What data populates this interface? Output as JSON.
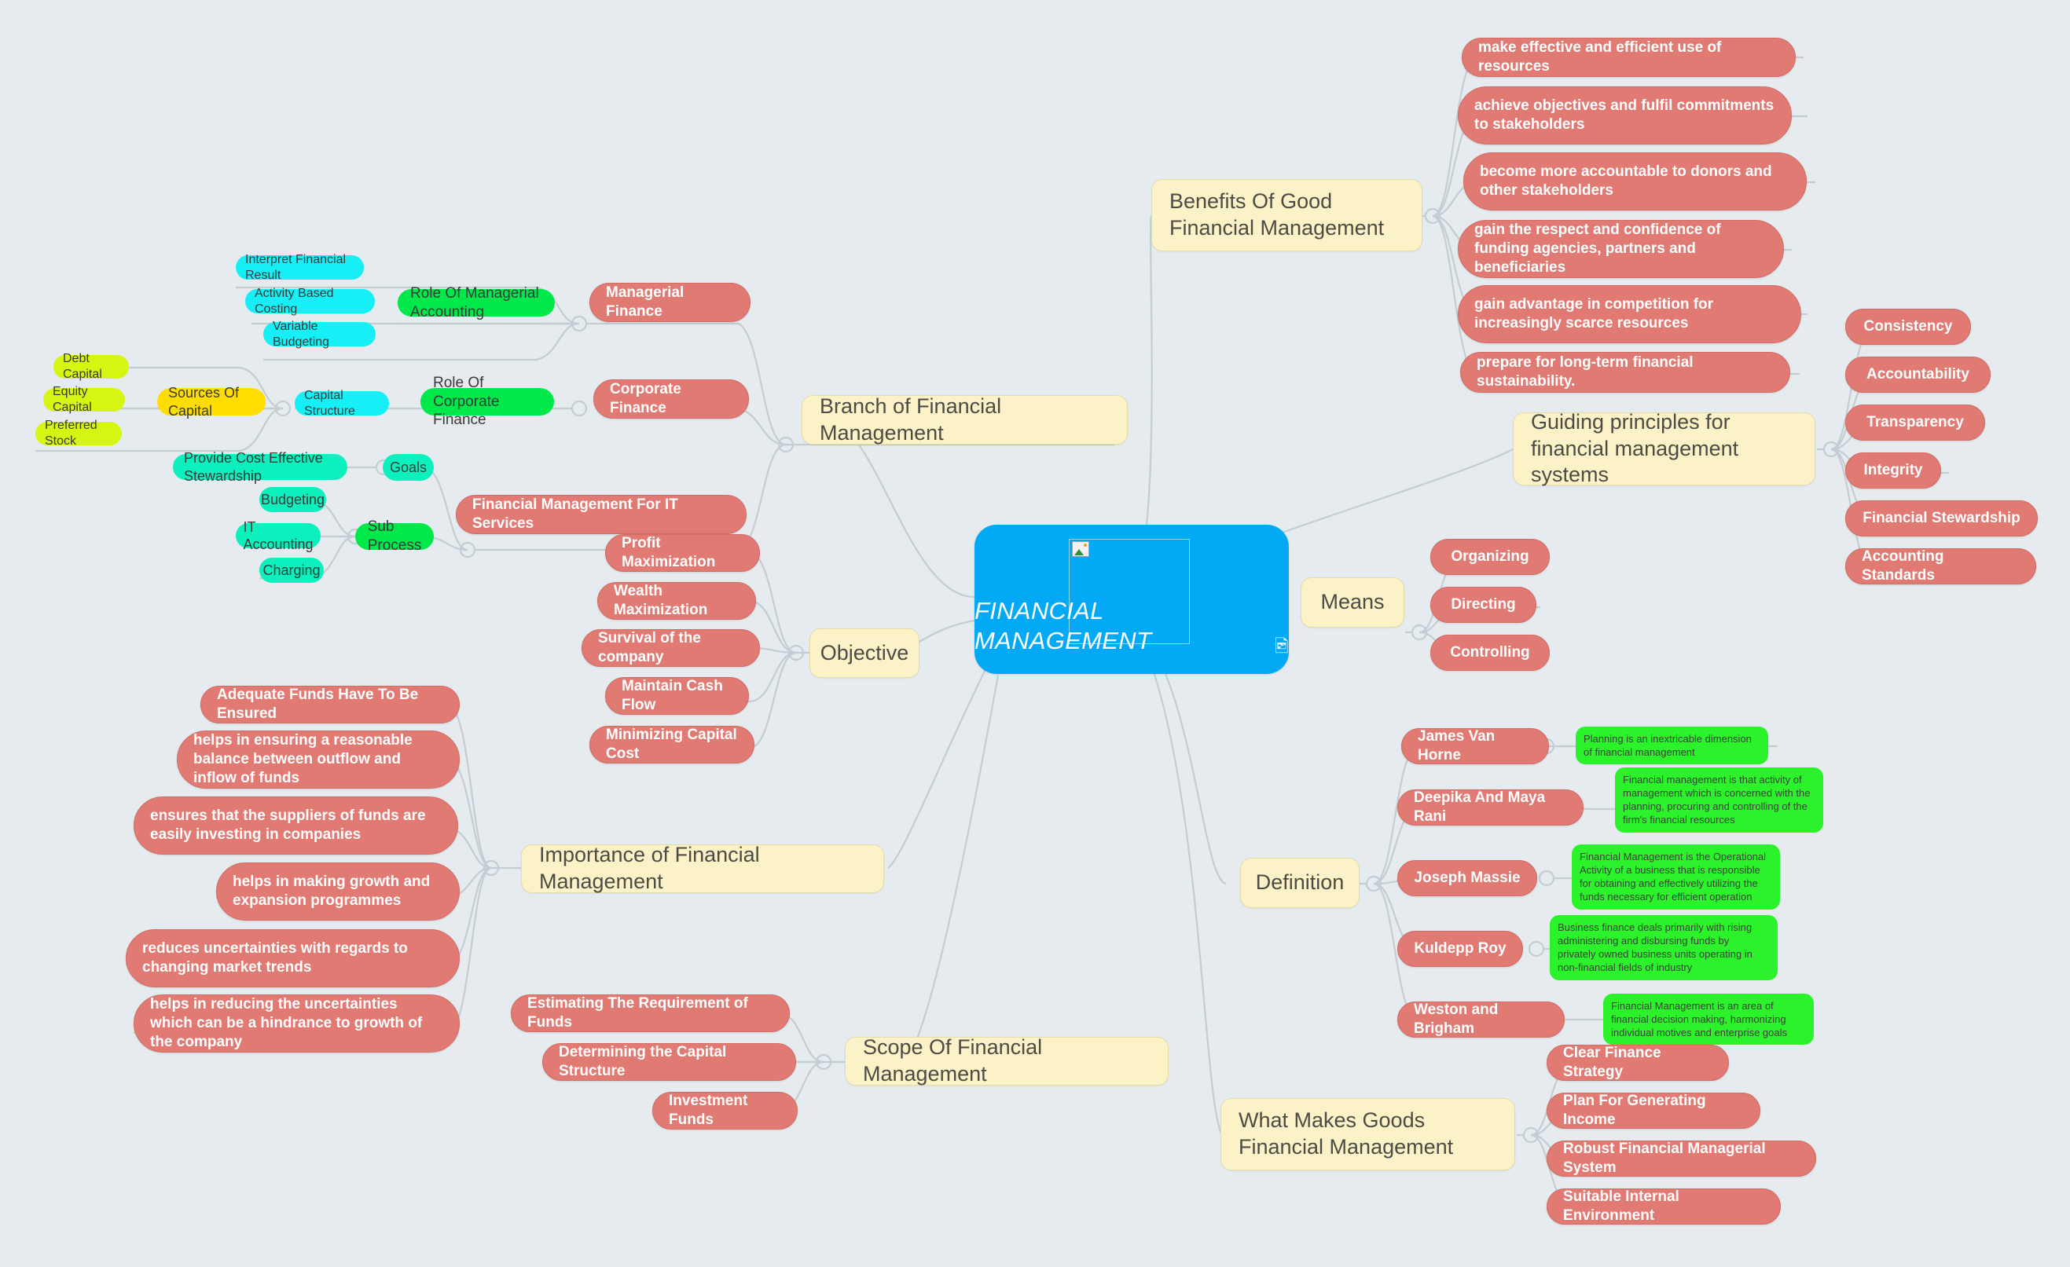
{
  "colors": {
    "background": "#e5ebef",
    "root": "#03a9f4",
    "topic": "#fbf2c8",
    "sub": "#e07a72",
    "green": "#00e94a",
    "green_note": "#2cf22c",
    "spring": "#0cf0bd",
    "cyan": "#16eff6",
    "yellow": "#ffdd00",
    "lime": "#d6f512",
    "link": "#c3cdd2"
  },
  "root": {
    "label": "FINANCIAL MANAGEMENT",
    "image_icon": "broken-image-icon"
  },
  "topics": {
    "branch": "Branch of Financial Management",
    "objective": "Objective",
    "importance": "Importance of Financial Management",
    "scope": "Scope Of Financial Management",
    "benefits": "Benefits Of Good Financial Management",
    "guiding": "Guiding principles for financial management systems",
    "means": "Means",
    "definition": "Definition",
    "what_makes": "What Makes Goods Financial Management"
  },
  "branch": {
    "items": [
      "Managerial Finance",
      "Corporate Finance",
      "Financial Management For IT Services"
    ],
    "managerial": {
      "role": "Role Of Managerial Accounting",
      "children": [
        "Interpret Financial Result",
        "Activity Based Costing",
        "Variable Budgeting"
      ]
    },
    "corporate": {
      "role": "Role Of Corporate Finance",
      "capital_structure": "Capital Structure",
      "sources_of_capital": "Sources Of Capital",
      "sources": [
        "Debt Capital",
        "Equity Capital",
        "Preferred Stock"
      ]
    },
    "it_services": {
      "goals": "Goals",
      "sub_process": "Sub Process",
      "goal_children": [
        "Provide Cost Effective Stewardship"
      ],
      "sub_children": [
        "Budgeting",
        "IT Accounting",
        "Charging"
      ]
    }
  },
  "objective": {
    "items": [
      "Profit Maximization",
      "Wealth Maximization",
      "Survival of the company",
      "Maintain Cash Flow",
      "Minimizing Capital Cost"
    ]
  },
  "importance": {
    "items": [
      "Adequate Funds Have To Be Ensured",
      "helps in ensuring a reasonable balance between outflow and inflow of funds",
      "ensures that the suppliers of funds are easily investing in companies",
      "helps in making growth and expansion programmes",
      "reduces uncertainties with regards to changing market trends",
      "helps in reducing the uncertainties which can be a hindrance to growth of the company"
    ]
  },
  "scope": {
    "items": [
      "Estimating The Requirement of Funds",
      "Determining the Capital Structure",
      "Investment Funds"
    ]
  },
  "benefits": {
    "items": [
      "make effective and efficient use of resources",
      "achieve objectives and fulfil commitments to stakeholders",
      "become more accountable to donors and other stakeholders",
      "gain the respect and confidence of funding agencies, partners and beneficiaries",
      "gain advantage in competition for increasingly scarce resources",
      "prepare for long-term financial sustainability."
    ]
  },
  "guiding": {
    "items": [
      "Consistency",
      "Accountability",
      "Transparency",
      "Integrity",
      "Financial Stewardship",
      "Accounting Standards"
    ]
  },
  "means": {
    "items": [
      "Organizing",
      "Directing",
      "Controlling"
    ]
  },
  "definition": {
    "authors": [
      "James Van Horne",
      "Deepika And Maya Rani",
      "Joseph Massie",
      "Kuldepp Roy",
      "Weston and Brigham"
    ],
    "quotes": [
      "Planning is an inextricable dimension of financial management",
      "Financial management is that activity of management which is concerned with the planning, procuring and controlling of the firm's financial resources",
      "Financial Management is the Operational Activity of a business that is responsible for obtaining and effectively utilizing the funds necessary for efficient operation",
      "Business finance deals primarily with rising administering and disbursing funds by privately owned business units operating in non-financial fields of industry",
      "Financial Management is an area of financial decision making, harmonizing individual motives and enterprise goals"
    ]
  },
  "what_makes": {
    "items": [
      "Clear Finance Strategy",
      "Plan For Generating Income",
      "Robust Financial Managerial System",
      "Suitable Internal Environment"
    ]
  }
}
